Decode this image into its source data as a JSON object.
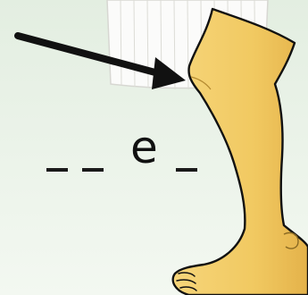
{
  "puzzle": {
    "blanks": [
      "",
      "",
      "e",
      ""
    ],
    "revealed_letter": "e"
  },
  "illustration": {
    "subject": "leg",
    "pointer": "arrow-pointing-to-knee"
  },
  "colors": {
    "background_top": "#e6f0e4",
    "background_bottom": "#f2f7f0",
    "skin": "#f3cd6a",
    "skin_shadow": "#e1b54c",
    "outline": "#111111",
    "arrow": "#111111",
    "panel": "#fbfbfa",
    "panel_stroke": "#d7d7d2"
  }
}
